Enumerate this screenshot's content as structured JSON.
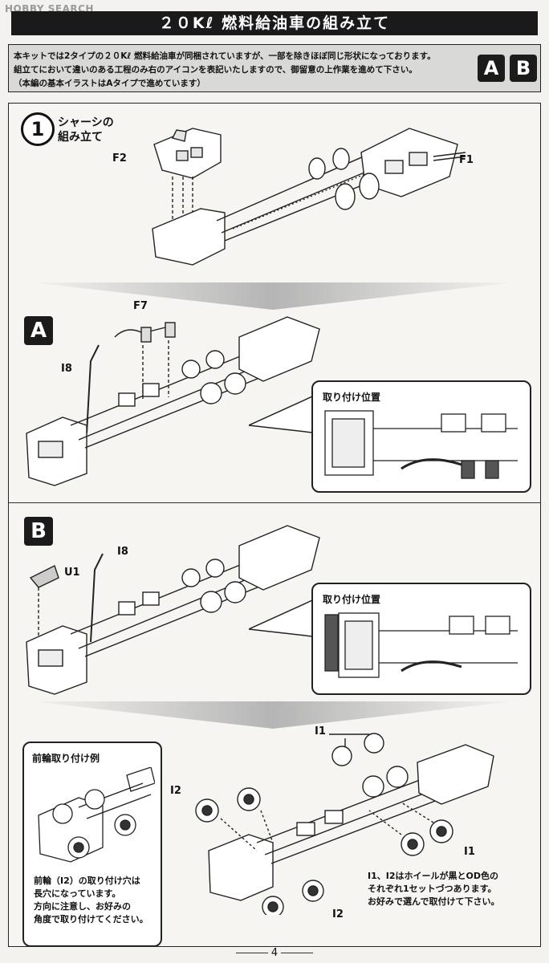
{
  "watermark": "HOBBY SEARCH",
  "title": "２０Kℓ 燃料給油車の組み立て",
  "intro": {
    "lines": [
      "本キットでは2タイプの２０Kℓ 燃料給油車が同梱されていますが、一部を除きほぼ同じ形状になっております。",
      "組立てにおいて違いのある工程のみ右のアイコンを表記いたしますので、御留意の上作業を進めて下さい。",
      "（本編の基本イラストはAタイプで進めています）"
    ],
    "badge_a": "A",
    "badge_b": "B"
  },
  "step1": {
    "number": "1",
    "title_line1": "シャーシの",
    "title_line2": "組み立て",
    "label_f2": "F2",
    "label_f1": "F1"
  },
  "section_a": {
    "badge": "A",
    "label_f7": "F7",
    "label_i8": "I8",
    "inset_title": "取り付け位置"
  },
  "section_b": {
    "badge": "B",
    "label_u1": "U1",
    "label_i8": "I8",
    "inset_title": "取り付け位置"
  },
  "wheels": {
    "front_box_title": "前輪取り付け例",
    "front_note_lines": [
      "前輪（I2）の取り付け穴は",
      "長穴になっています。",
      "方向に注意し、お好みの",
      "角度で取り付けてください。"
    ],
    "label_i1_top": "I1",
    "label_i1_right": "I1",
    "label_i2_left": "I2",
    "label_i2_bottom": "I2",
    "note_lines": [
      "I1、I2はホイールが黒とOD色の",
      "それぞれ1セットづつあります。",
      "お好みで選んで取付けて下さい。"
    ]
  },
  "page_number": "4"
}
